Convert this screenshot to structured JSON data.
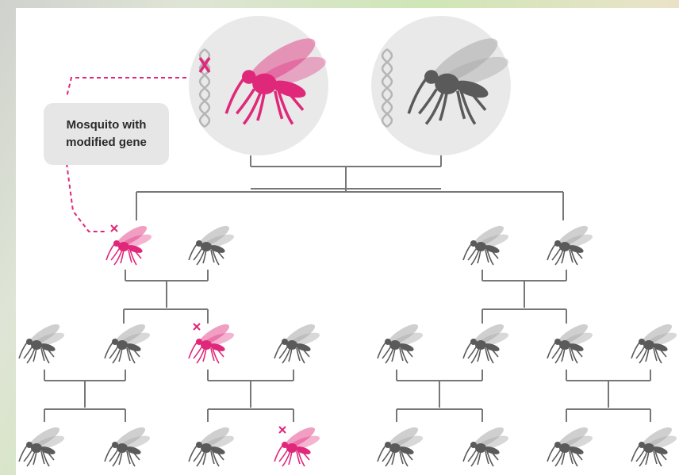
{
  "callout": {
    "line1": "Mosquito with",
    "line2": "modified gene"
  },
  "colors": {
    "modified": "#e0287a",
    "normal": "#5a5a5a",
    "normal_wing": "#a8a8a8",
    "line": "#777777",
    "dna": "#b5b5b5",
    "parent_circle": "#e9e9e9"
  },
  "parents": [
    {
      "id": "modified-parent",
      "modified": true
    },
    {
      "id": "normal-parent",
      "modified": false
    }
  ],
  "generations": [
    {
      "name": "generation-1",
      "mosquitoes": [
        true,
        false,
        false,
        false
      ]
    },
    {
      "name": "generation-2",
      "mosquitoes": [
        false,
        false,
        true,
        false,
        false,
        false,
        false,
        false
      ]
    },
    {
      "name": "generation-3",
      "mosquitoes": [
        false,
        false,
        false,
        true,
        false,
        false,
        false,
        false
      ]
    }
  ]
}
